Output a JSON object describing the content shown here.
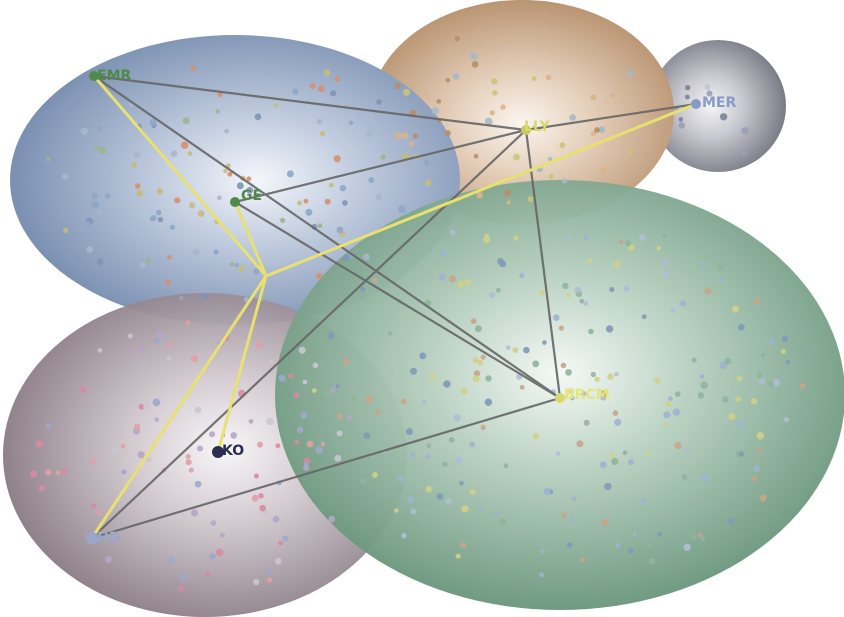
{
  "nodes": [
    {
      "id": "EMR",
      "label": "EMR",
      "color": "#4f8a4a"
    },
    {
      "id": "GE",
      "label": "GE",
      "color": "#4f8a4a"
    },
    {
      "id": "LLY",
      "label": "LLY",
      "color": "#d9d96a"
    },
    {
      "id": "MER",
      "label": "MER",
      "color": "#8a9ac8"
    },
    {
      "id": "BRCM",
      "label": "BRCM",
      "color": "#e6e67a"
    },
    {
      "id": "KO",
      "label": "KO",
      "color": "#2a2f52"
    },
    {
      "id": "HD",
      "label": "HD",
      "color": "#9aa6cc"
    }
  ],
  "colors": {
    "cluster_blue": "#7f95b8",
    "cluster_tan": "#c9a27e",
    "cluster_grey": "#7b7b88",
    "cluster_mauve": "#8a7c86",
    "cluster_green": "#6f9a80",
    "edge_grey": "#6b6b6b",
    "edge_yellow": "#e8e070"
  }
}
